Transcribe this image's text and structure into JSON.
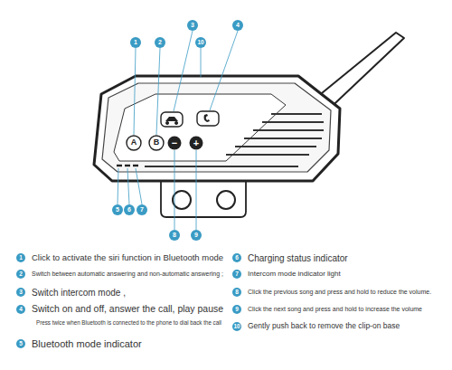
{
  "diagram": {
    "labels": [
      "3",
      "4",
      "1",
      "2",
      "10",
      "A",
      "B",
      "−",
      "+",
      "5",
      "6",
      "7",
      "8",
      "9",
      "1",
      "Click to activate the siri function in Bluetooth mode",
      "2",
      "Switch between automatic answering and non-automatic answering ;",
      "3",
      "Switch intercom mode ,",
      "4",
      "Switch on and off, answer the call, play pause",
      "Press twice when Bluetooth is connected to the phone to dial back the call",
      "5",
      "Bluetooth mode indicator",
      "6",
      "Charging status indicator",
      "7",
      "Intercom mode indicator light",
      "8",
      "Click the previous song and press and hold to reduce the volume.",
      "9",
      "Click the next song and press and hold to increase the volume",
      "10",
      "Gently push back to remove the clip-on base"
    ]
  }
}
